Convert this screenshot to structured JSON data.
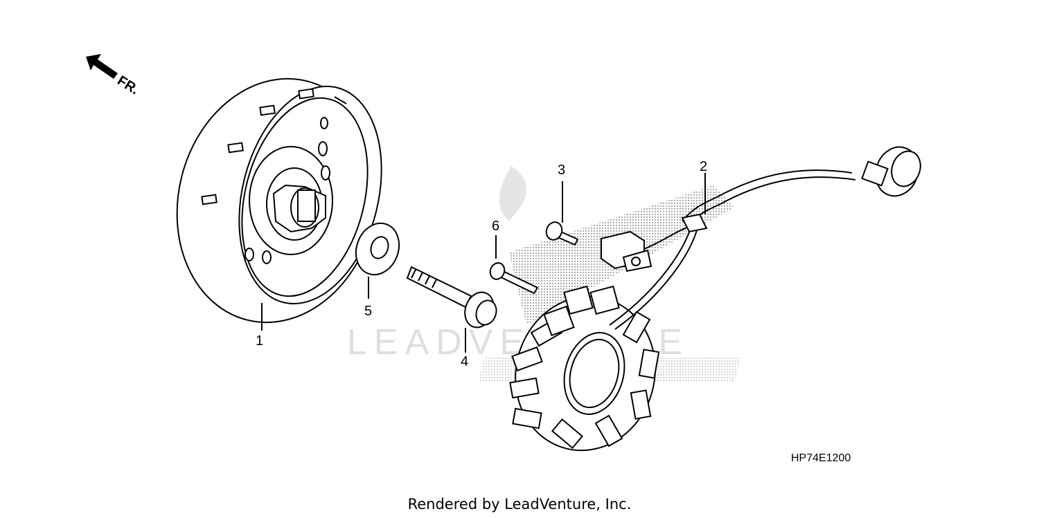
{
  "diagram": {
    "front_indicator": "FR.",
    "watermark_text": "LEADVENTURE",
    "diagram_code": "HP74E1200",
    "footer_credit": "Rendered by LeadVenture, Inc.",
    "callouts": {
      "flywheel": "1",
      "stator": "2",
      "bolt_small": "3",
      "bolt_flange": "4",
      "washer": "5",
      "bolt_pickup": "6"
    },
    "colors": {
      "line": "#000000",
      "watermark": "#d4d4d4",
      "background": "#ffffff"
    }
  }
}
